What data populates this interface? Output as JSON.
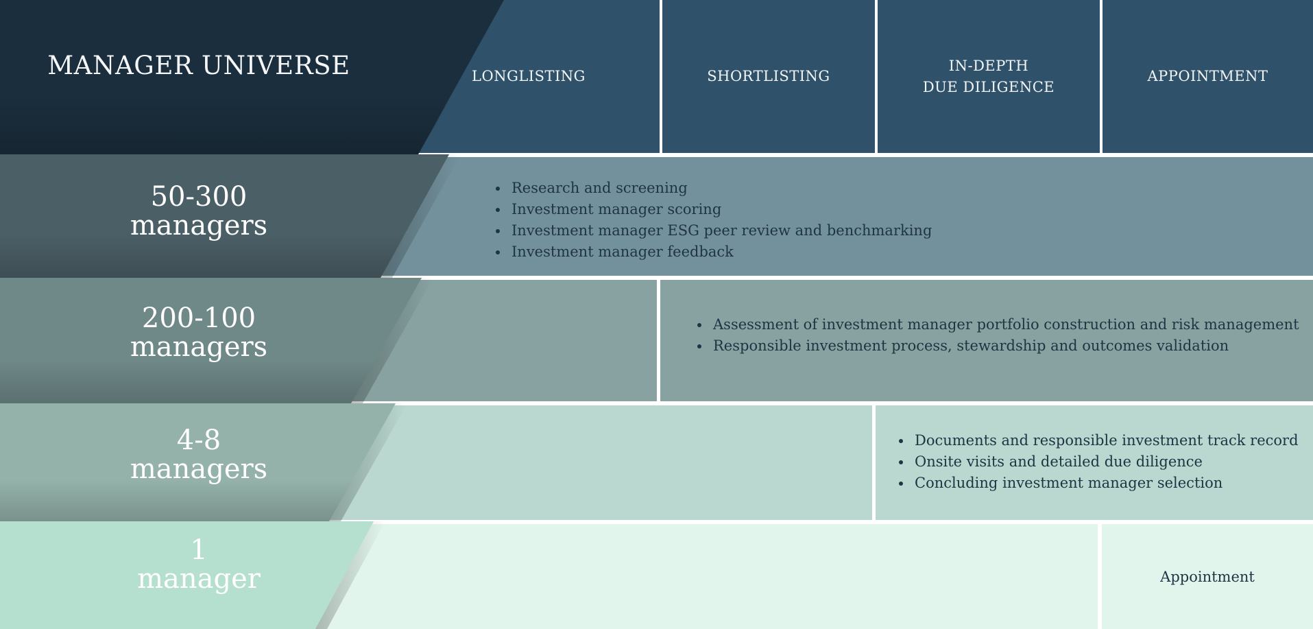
{
  "title": "MANAGER UNIVERSE",
  "stages": [
    {
      "label": "LONGLISTING"
    },
    {
      "label": "SHORTLISTING"
    },
    {
      "label": "IN-DEPTH\nDUE DILIGENCE"
    },
    {
      "label": "APPOINTMENT"
    }
  ],
  "rows": [
    {
      "count": "50-300",
      "unit": "managers",
      "bullets": [
        "Research and screening",
        "Investment manager scoring",
        "Investment manager ESG peer review and benchmarking",
        "Investment manager feedback"
      ]
    },
    {
      "count": "200-100",
      "unit": "managers",
      "bullets": [
        "Assessment of investment manager portfolio construction and risk management",
        "Responsible investment process, stewardship and outcomes validation"
      ]
    },
    {
      "count": "4-8",
      "unit": "managers",
      "bullets": [
        "Documents and responsible investment track record",
        "Onsite visits and detailed due diligence",
        "Concluding investment manager selection"
      ]
    },
    {
      "count": "1",
      "unit": "manager",
      "text": "Appointment"
    }
  ],
  "colors": {
    "header_dark": "#1b2e3d",
    "header_stage": "#2f5169",
    "row1_left": "#4b5f66",
    "row1_band": "#73919d",
    "row2_left": "#6f8888",
    "row2_band": "#87a2a1",
    "row3_left": "#94b2aa",
    "row3_band": "#bad7d0",
    "row4_left": "#b5e0cf",
    "row4_band": "#e2f5ed"
  }
}
